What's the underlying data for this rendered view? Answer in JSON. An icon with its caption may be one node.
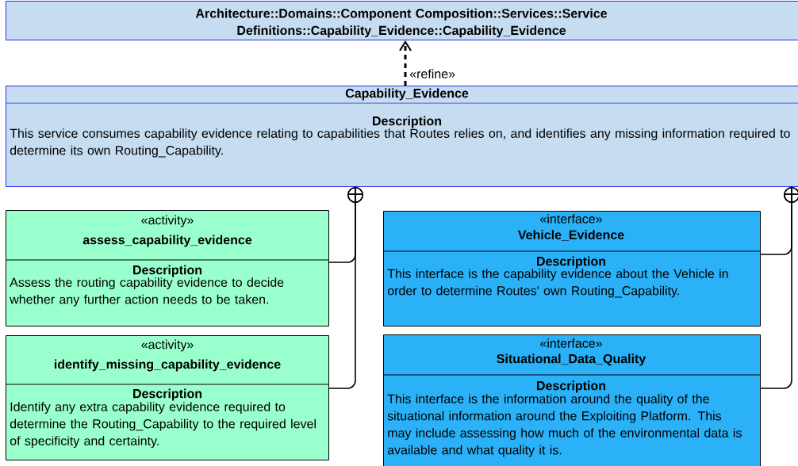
{
  "diagram": {
    "nodes": [
      {
        "text": [
          "Architecture::Domains::Component Composition::Services::Service Definitions::Capability_Evidence::Capability_Evidence"
        ]
      },
      {
        "text": [
          "Capability_Evidence",
          "Description",
          "This service consumes capability evidence relating to capabilities that Routes relies on, and identifies any missing information required to determine its own Routing_Capability."
        ]
      },
      {
        "text": [
          "«activity»",
          "assess_capability_evidence",
          "Description",
          "Assess the routing capability evidence to decide whether any further action needs to be taken."
        ]
      },
      {
        "text": [
          "«activity»",
          "identify_missing_capability_evidence",
          "Description",
          "Identify any extra capability evidence required to determine the Routing_Capability to the required level of specificity and certainty."
        ]
      },
      {
        "text": [
          "«interface»",
          "Vehicle_Evidence",
          "Description",
          "This interface is the capability evidence about the Vehicle in order to determine Routes' own Routing_Capability."
        ]
      },
      {
        "text": [
          "«interface»",
          "Situational_Data_Quality",
          "Description",
          "This interface is the information around the quality of the situational information around the Exploiting Platform. This may include assessing how much of the environmental data is available and what quality it is."
        ]
      }
    ],
    "edges": [
      {
        "from": 1,
        "to": 0,
        "arrow": "to",
        "label": "«refine»",
        "style": "dashed"
      },
      {
        "from": 2,
        "to": 1,
        "arrow": "other"
      },
      {
        "from": 3,
        "to": 1,
        "arrow": "other"
      },
      {
        "from": 4,
        "to": 1,
        "arrow": "other"
      },
      {
        "from": 5,
        "to": 1,
        "arrow": "other"
      }
    ]
  }
}
